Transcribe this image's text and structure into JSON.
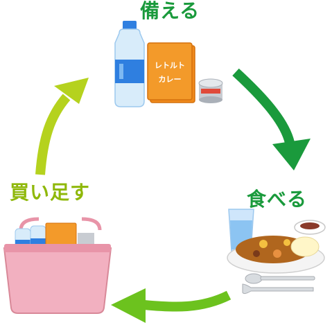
{
  "labels": {
    "top": "備える",
    "right": "食べる",
    "left": "買い足す"
  },
  "pouch_text": [
    "レトルト",
    "カレー"
  ],
  "colors": {
    "green_dark": "#1a9a3c",
    "green_light": "#a8c81a",
    "label_light_green": "#8fb80a",
    "orange": "#f08a1c",
    "basket_pink": "#f0a8b8"
  },
  "icons": [
    "water-bottle",
    "retort-curry-pouch",
    "can",
    "curry-plate",
    "water-glass",
    "spoon",
    "fork",
    "shopping-basket"
  ]
}
